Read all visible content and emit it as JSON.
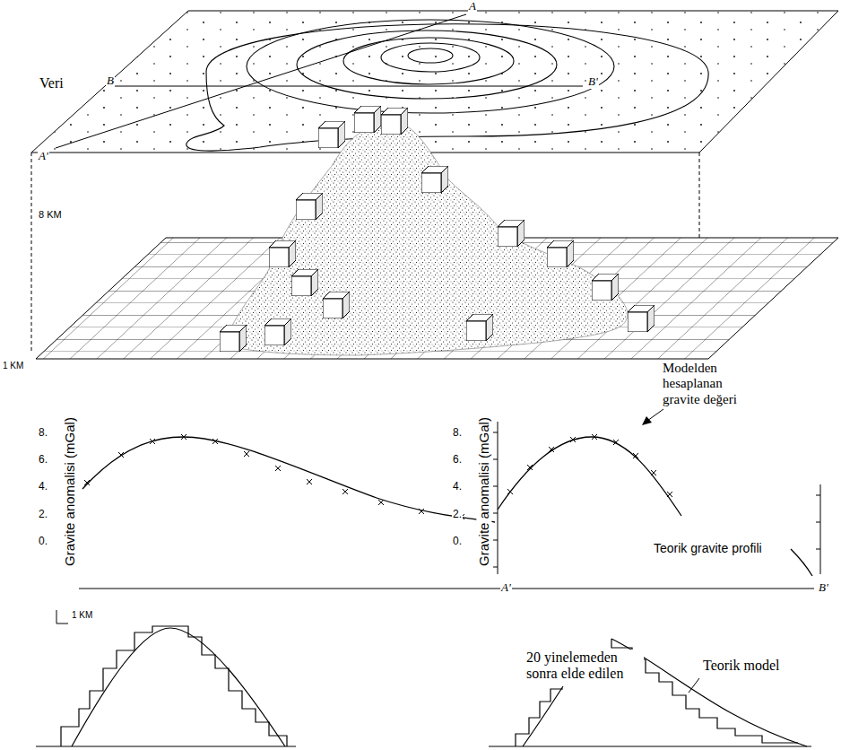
{
  "diagram": {
    "labels": [
      "A",
      "B",
      "B'",
      "A'",
      "Veri",
      "8 KM",
      "1 KM",
      "8.",
      "6.",
      "4.",
      "2.",
      "0.",
      "Gravite anomalisi (mGal)",
      "A'",
      "8.",
      "6.",
      "4.",
      "2.",
      "0.",
      "Gravite anomalisi (mGal)",
      "B'",
      "1 KM",
      "Modelden hesaplanan gravite değeri",
      "Teorik gravite profili",
      "20 yinelemeden sonra elde edilen",
      "Teorik model"
    ]
  }
}
